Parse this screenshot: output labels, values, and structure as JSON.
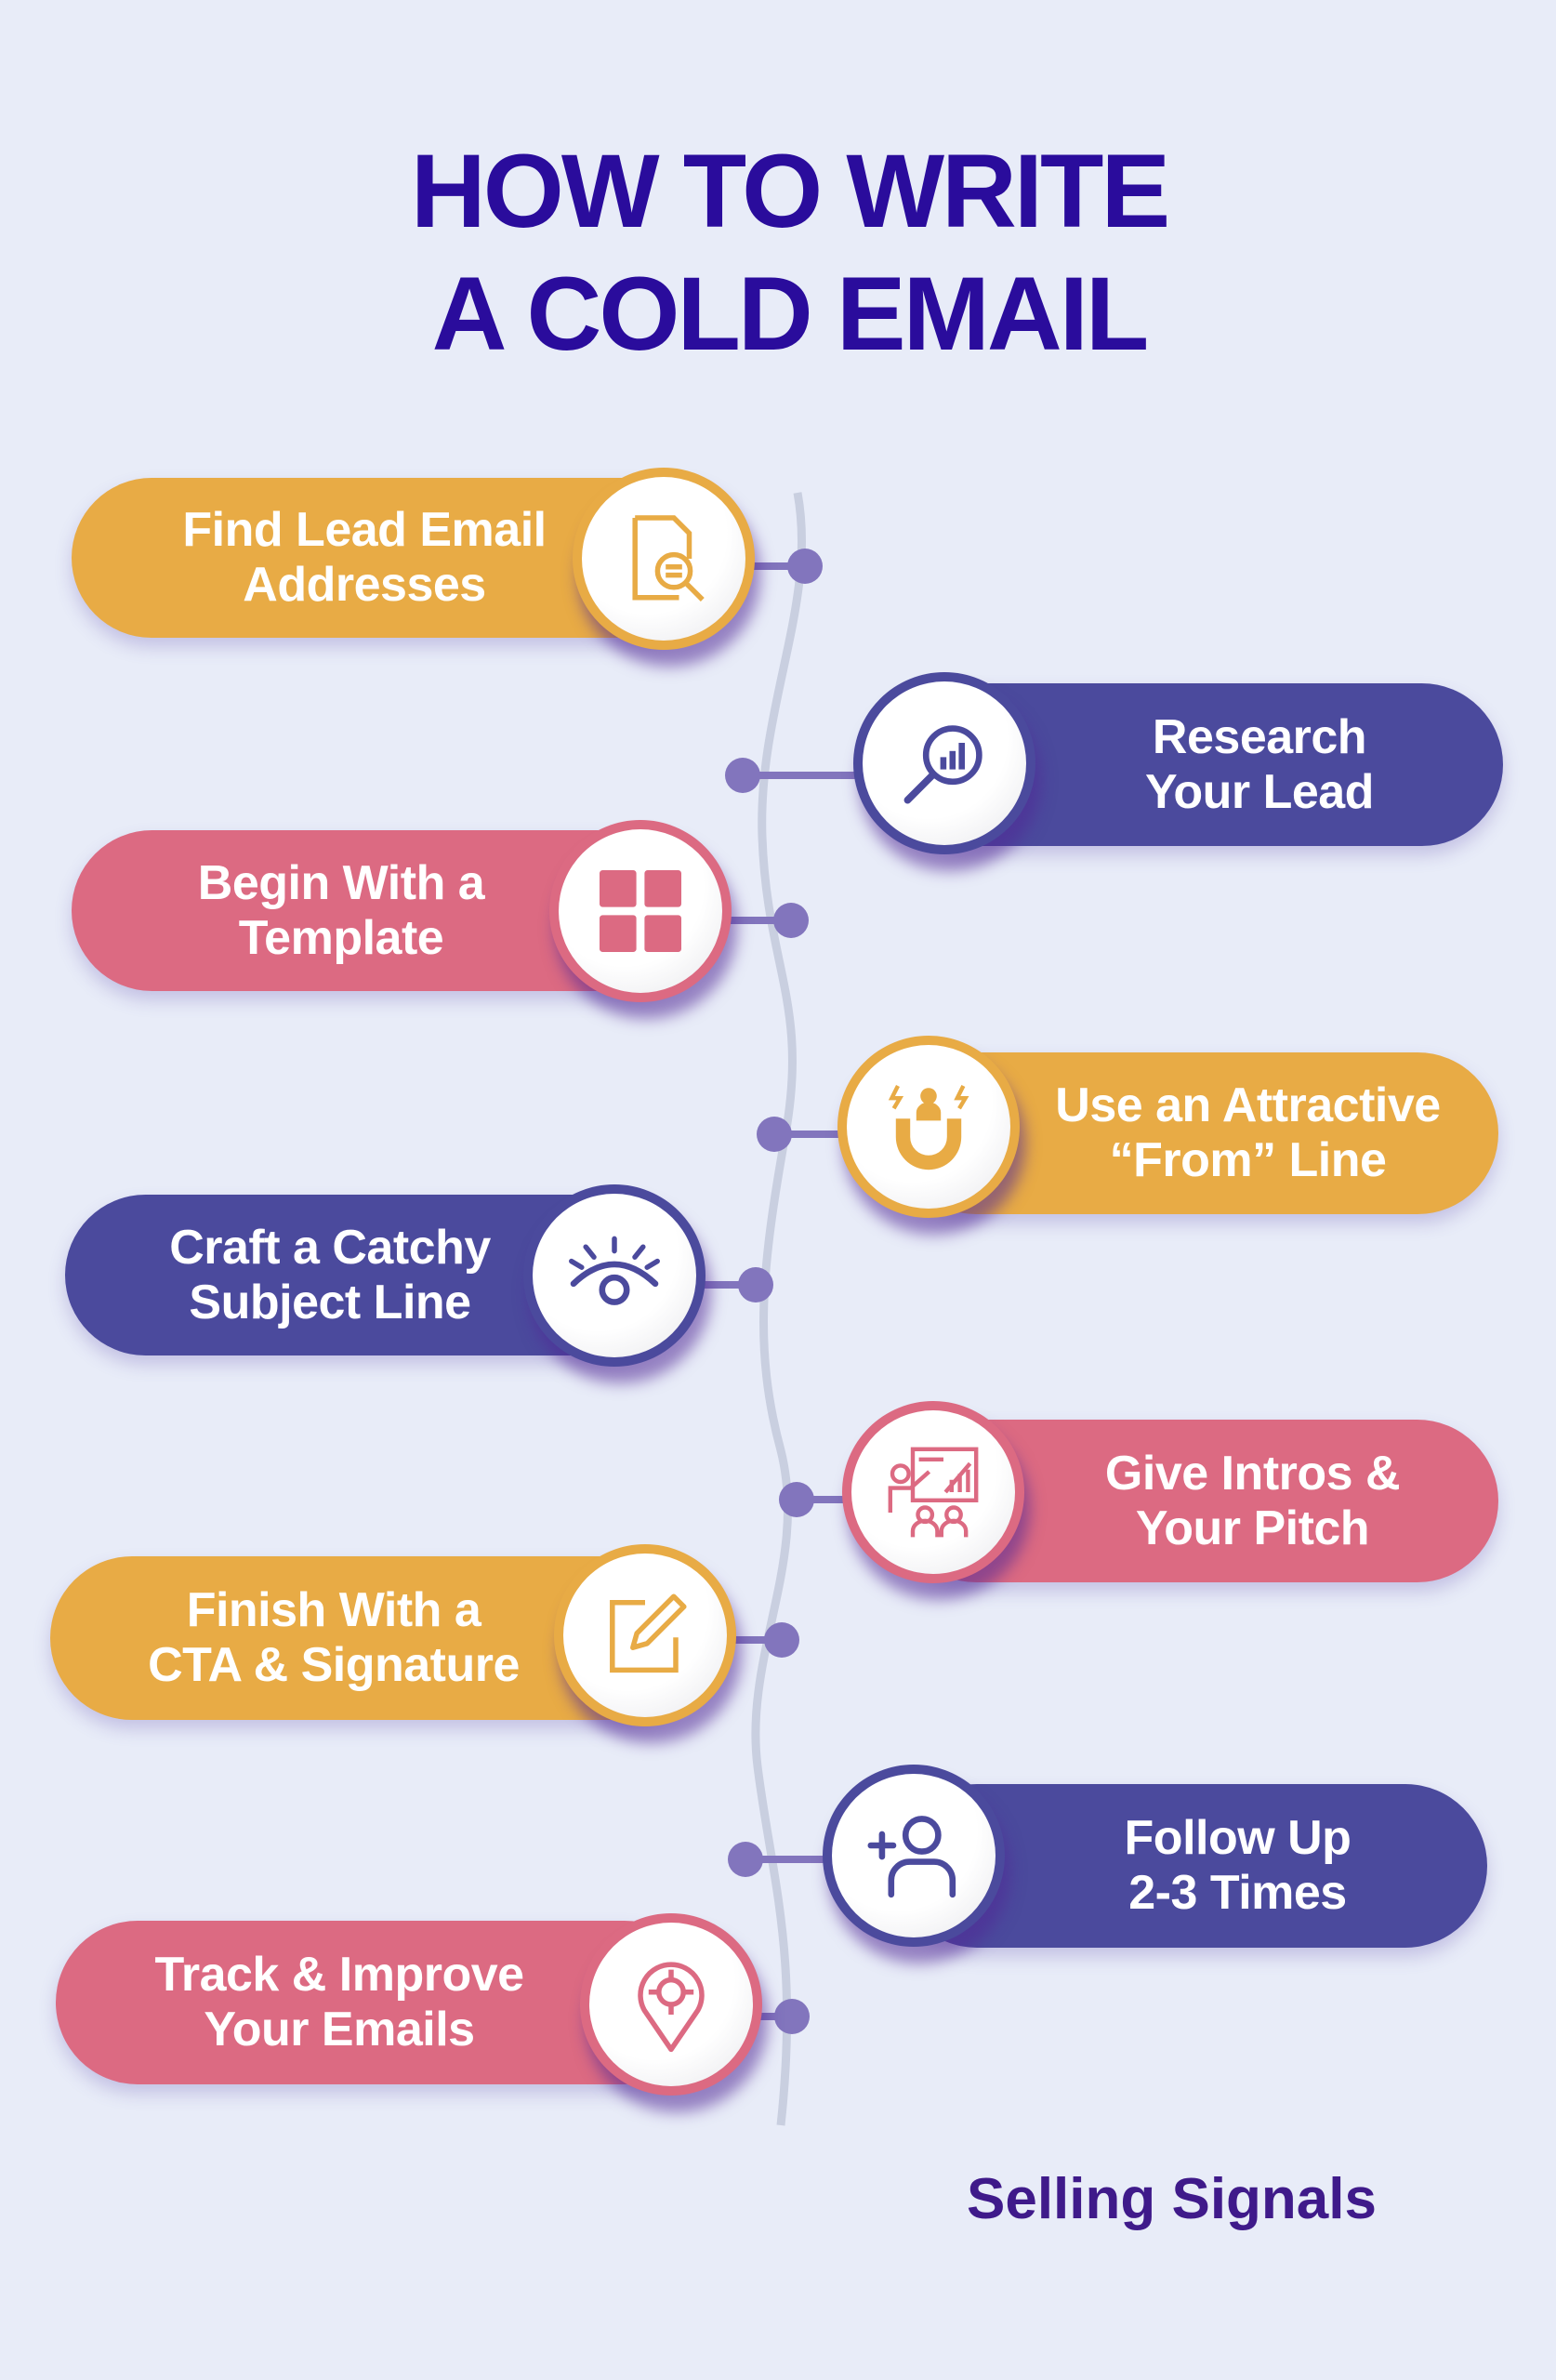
{
  "title": {
    "line1": "HOW TO WRITE",
    "line2": "A COLD EMAIL"
  },
  "colors": {
    "orange": "#e8ab45",
    "pink": "#dc6a82",
    "blue": "#4b4a9d",
    "title": "#2a0c9c",
    "connector": "#8275bd",
    "background": "#e8ecf8"
  },
  "steps": [
    {
      "line1": "Find Lead Email",
      "line2": "Addresses",
      "icon": "document-search-icon"
    },
    {
      "line1": "Research",
      "line2": "Your Lead",
      "icon": "magnifier-chart-icon"
    },
    {
      "line1": "Begin With a",
      "line2": "Template",
      "icon": "template-grid-icon"
    },
    {
      "line1": "Use an Attractive",
      "line2": "“From” Line",
      "icon": "magnet-person-icon"
    },
    {
      "line1": "Craft a Catchy",
      "line2": "Subject Line",
      "icon": "eye-icon"
    },
    {
      "line1": "Give Intros &",
      "line2": "Your Pitch",
      "icon": "presentation-icon"
    },
    {
      "line1": "Finish With a",
      "line2": "CTA & Signature",
      "icon": "edit-pencil-icon"
    },
    {
      "line1": "Follow Up",
      "line2": "2-3 Times",
      "icon": "add-user-icon"
    },
    {
      "line1": "Track & Improve",
      "line2": "Your Emails",
      "icon": "location-target-icon"
    }
  ],
  "brand": "Selling Signals"
}
